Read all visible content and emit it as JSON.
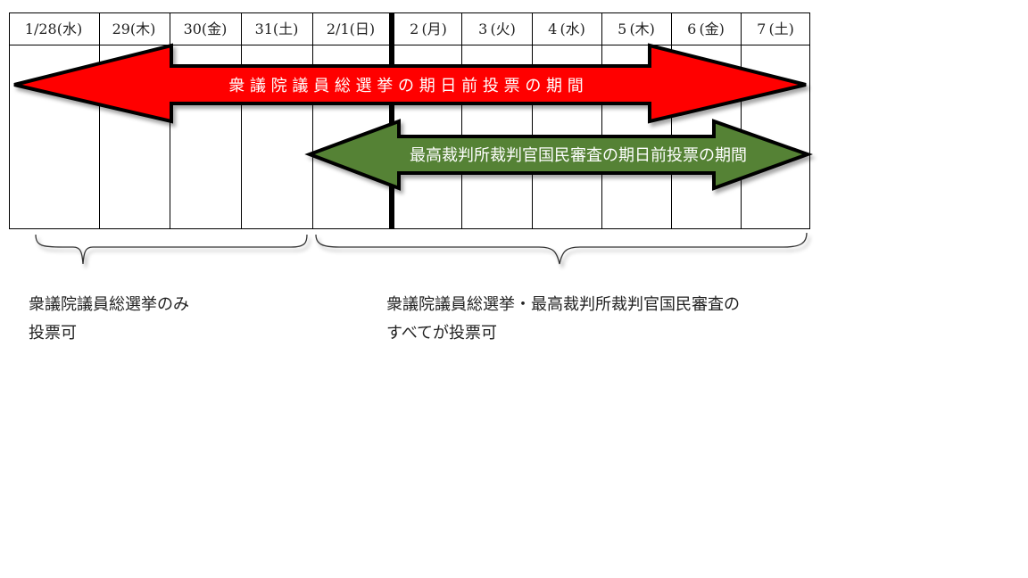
{
  "timeline": {
    "days": [
      {
        "label": "1/28(水)"
      },
      {
        "label": "29(木)"
      },
      {
        "label": "30(金)"
      },
      {
        "label": "31(土)"
      },
      {
        "label": "2/1(日)"
      },
      {
        "label": "2 (月)"
      },
      {
        "label": "3 (火)"
      },
      {
        "label": "4 (水)"
      },
      {
        "label": "5 (木)"
      },
      {
        "label": "6 (金)"
      },
      {
        "label": "7 (土)"
      }
    ],
    "divider_between": [
      "2/1(日)",
      "2(月)"
    ]
  },
  "arrows": {
    "house_election": {
      "text": "衆 議 院 議 員 総 選 挙 の 期 日 前 投 票 の 期 間",
      "color": "#ff0000",
      "span": [
        "1/28",
        "2/7"
      ]
    },
    "supreme_court_review": {
      "text": "最高裁判所裁判官国民審査の期日前投票の期間",
      "color": "#548235",
      "span": [
        "2/1",
        "2/7"
      ]
    }
  },
  "notes": {
    "left": {
      "line1": "衆議院議員総選挙のみ",
      "line2": "投票可"
    },
    "right": {
      "line1": "衆議院議員総選挙・最高裁判所裁判官国民審査の",
      "line2": "すべてが投票可"
    }
  }
}
